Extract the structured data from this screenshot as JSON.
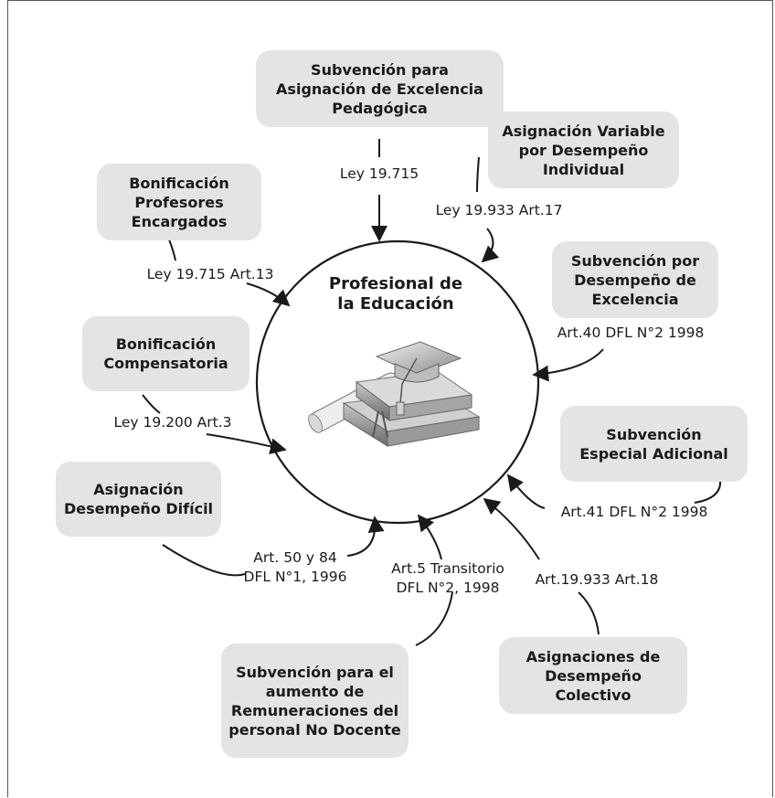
{
  "center": {
    "title": "Profesional de\nla Educación",
    "icon": "graduation-cap-books-diploma"
  },
  "colors": {
    "box_fill": "#e4e4e4",
    "line": "#1a1a1a",
    "frame": "#555555"
  },
  "boxes": {
    "sub_excelencia_pedagogica": "Subvención para\nAsignación de Excelencia\nPedagógica",
    "asig_variable": "Asignación Variable\npor Desempeño\nIndividual",
    "bonif_encargados": "Bonificación\nProfesores\nEncargados",
    "sub_desempeno_excelencia": "Subvención por\nDesempeño de\nExcelencia",
    "bonif_compensatoria": "Bonificación\nCompensatoria",
    "sub_especial": "Subvención\nEspecial Adicional",
    "asig_dificil": "Asignación\nDesempeño Difícil",
    "sub_no_docente": "Subvención para el\naumento de\nRemuneraciones del\npersonal No Docente",
    "asig_colectivo": "Asignaciones de\nDesempeño Colectivo"
  },
  "labels": {
    "ley_19715": "Ley 19.715",
    "ley_19933_17": "Ley 19.933 Art.17",
    "ley_19715_13": "Ley 19.715 Art.13",
    "art40": "Art.40 DFL N°2 1998",
    "ley_19200": "Ley 19.200 Art.3",
    "art41": "Art.41 DFL N°2 1998",
    "art50": "Art. 50 y 84\nDFL N°1, 1996",
    "art5": "Art.5 Transitorio\nDFL N°2, 1998",
    "art19933_18": "Art.19.933 Art.18"
  }
}
